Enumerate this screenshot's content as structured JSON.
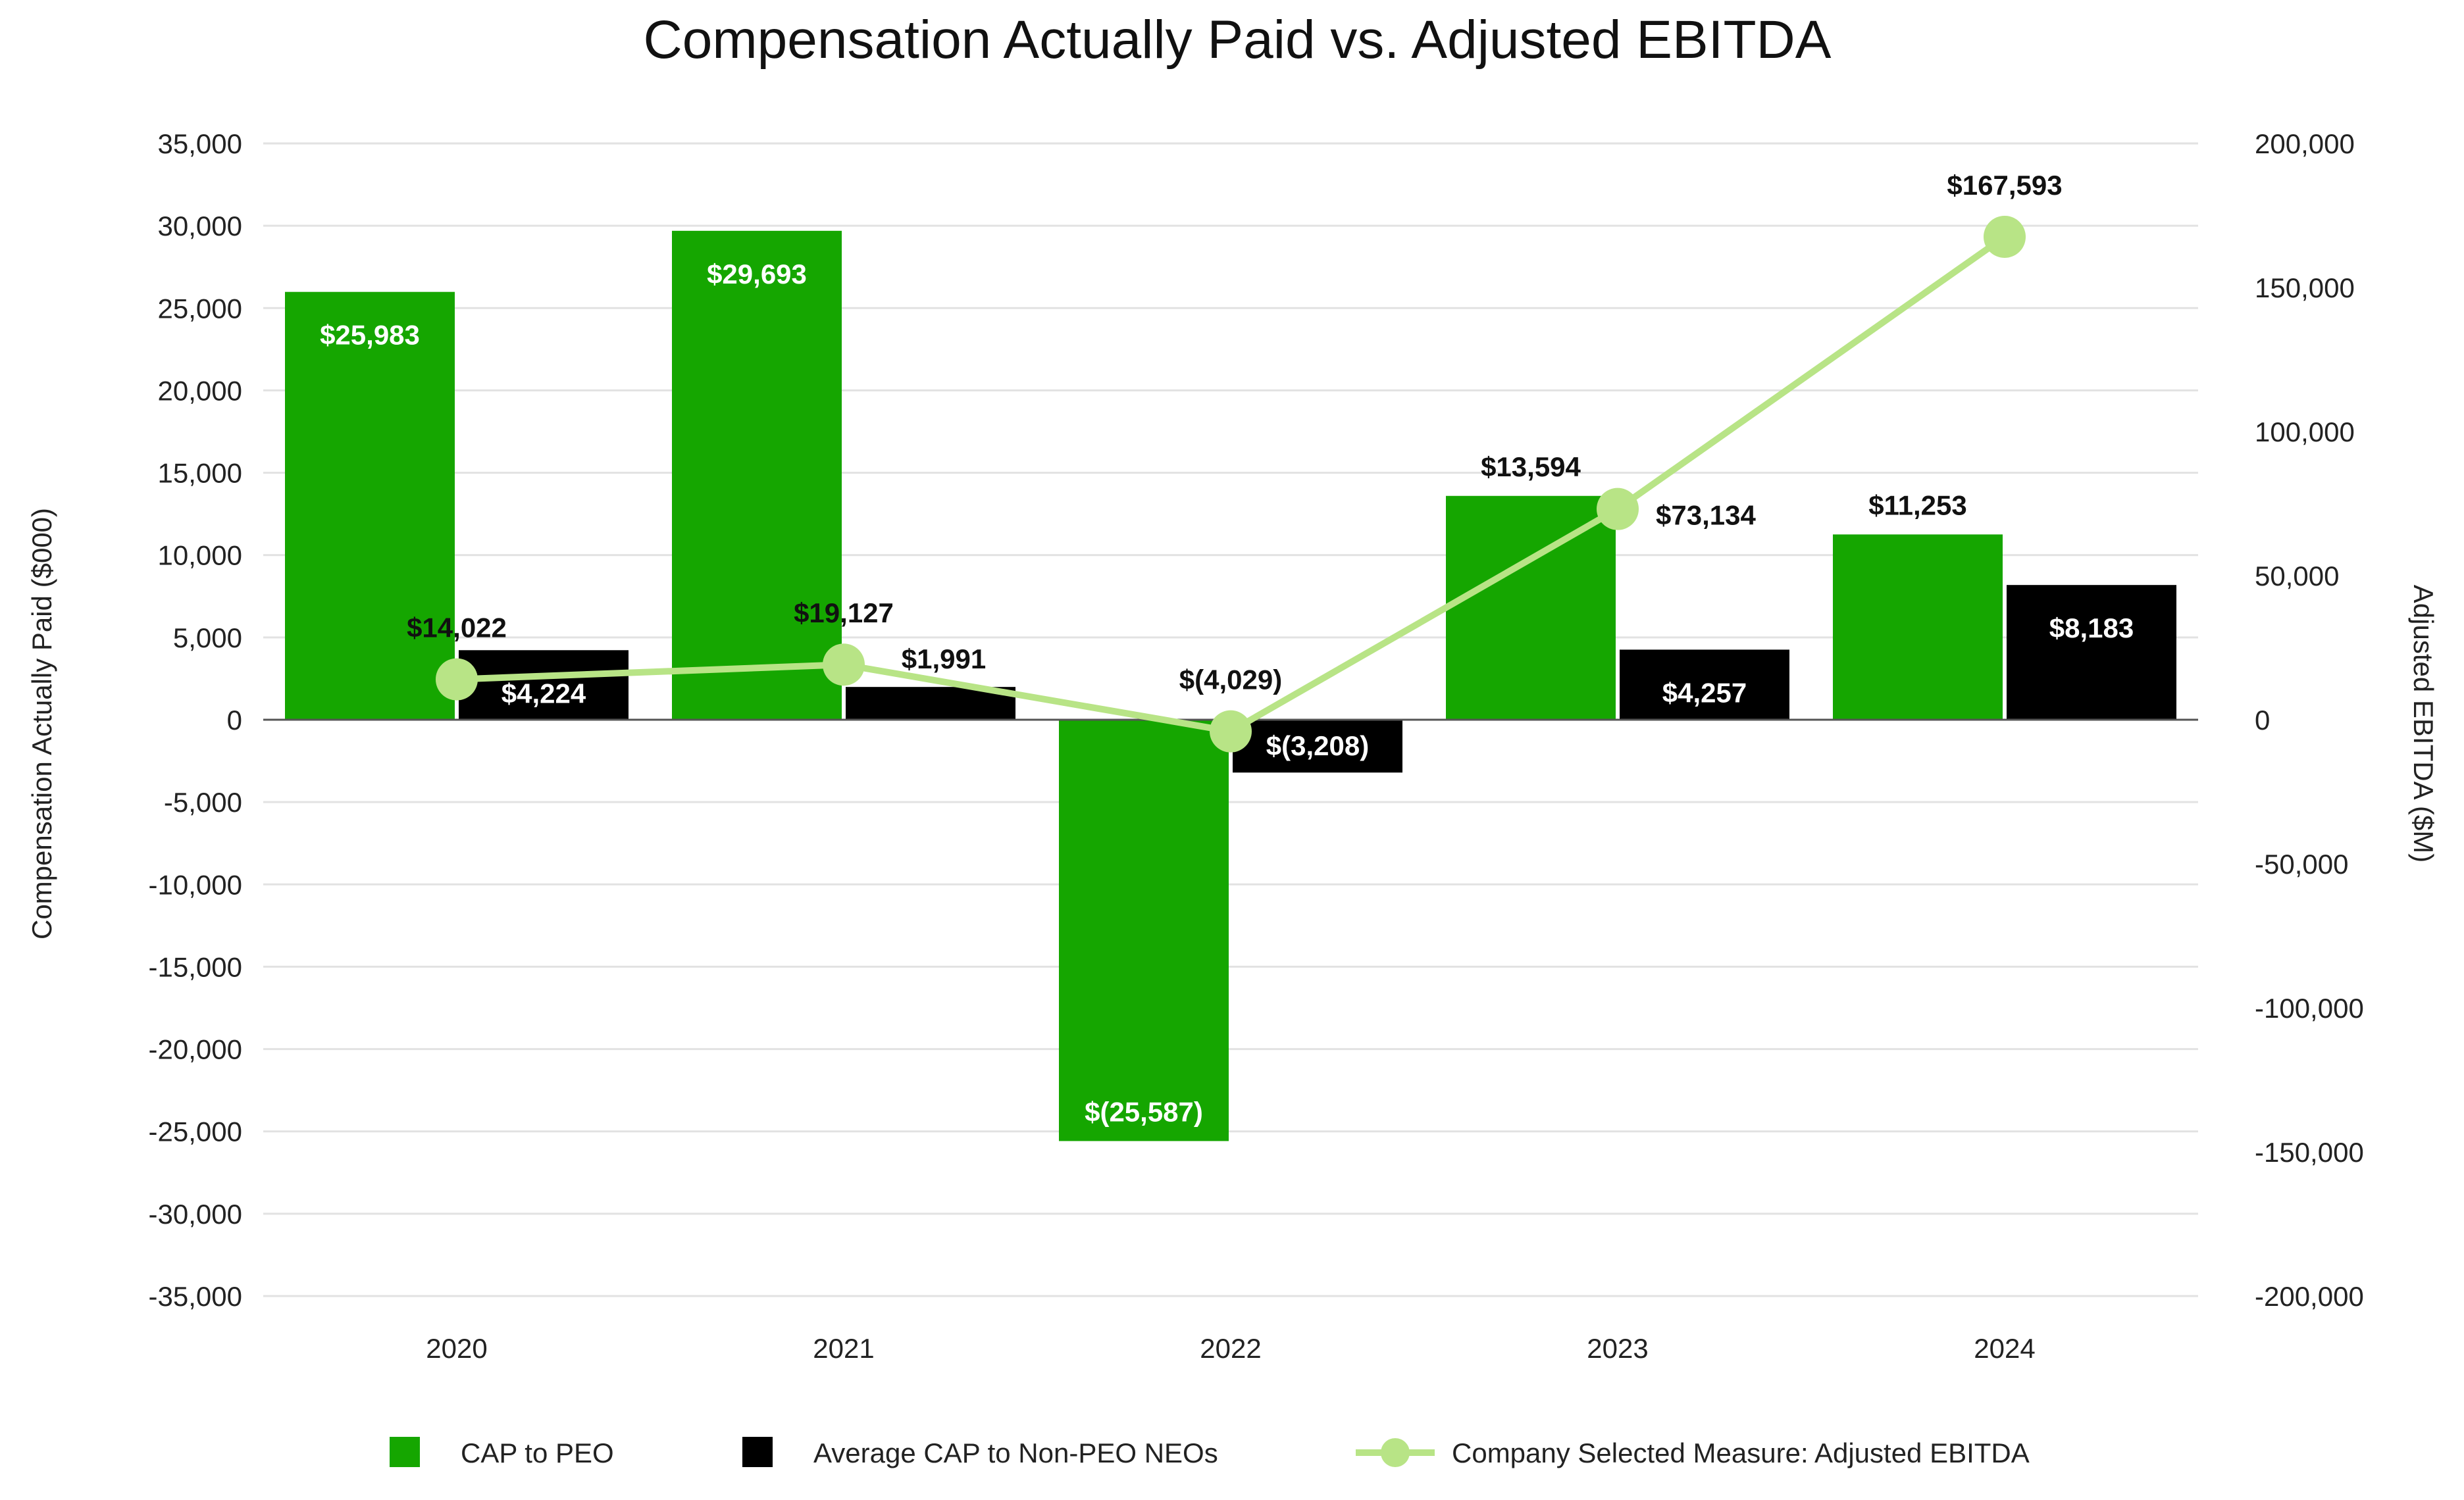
{
  "chart_data": {
    "type": "bar",
    "title": "Compensation Actually Paid vs. Adjusted EBITDA",
    "ylabel": "Compensation Actually Paid ($000)",
    "y2label": "Adjusted EBITDA ($M)",
    "categories": [
      "2020",
      "2021",
      "2022",
      "2023",
      "2024"
    ],
    "ylim": [
      -35000,
      35000
    ],
    "y2lim": [
      -200000,
      200000
    ],
    "yticks": [
      "35,000",
      "30,000",
      "25,000",
      "20,000",
      "15,000",
      "10,000",
      "5,000",
      "0",
      "-5,000",
      "-10,000",
      "-15,000",
      "-20,000",
      "-25,000",
      "-30,000",
      "-35,000"
    ],
    "y2ticks": [
      "200,000",
      "150,000",
      "100,000",
      "50,000",
      "0",
      "-50,000",
      "-100,000",
      "-150,000",
      "-200,000"
    ],
    "grid": true,
    "legend_position": "bottom",
    "series": [
      {
        "name": "CAP to PEO",
        "kind": "bar",
        "axis": "left",
        "color": "#15a600",
        "values": [
          25983,
          29693,
          -25587,
          13594,
          11253
        ],
        "labels": [
          "$25,983",
          "$29,693",
          "$(25,587)",
          "$13,594",
          "$11,253"
        ]
      },
      {
        "name": "Average CAP to Non-PEO NEOs",
        "kind": "bar",
        "axis": "left",
        "color": "#000000",
        "values": [
          4224,
          1991,
          -3208,
          4257,
          8183
        ],
        "labels": [
          "$4,224",
          "$1,991",
          "$(3,208)",
          "$4,257",
          "$8,183"
        ]
      },
      {
        "name": "Company Selected Measure: Adjusted EBITDA",
        "kind": "line",
        "axis": "right",
        "color": "#b8e486",
        "values": [
          14022,
          19127,
          -4029,
          73134,
          167593
        ],
        "labels": [
          "$14,022",
          "$19,127",
          "$(4,029)",
          "$73,134",
          "$167,593"
        ]
      }
    ]
  }
}
